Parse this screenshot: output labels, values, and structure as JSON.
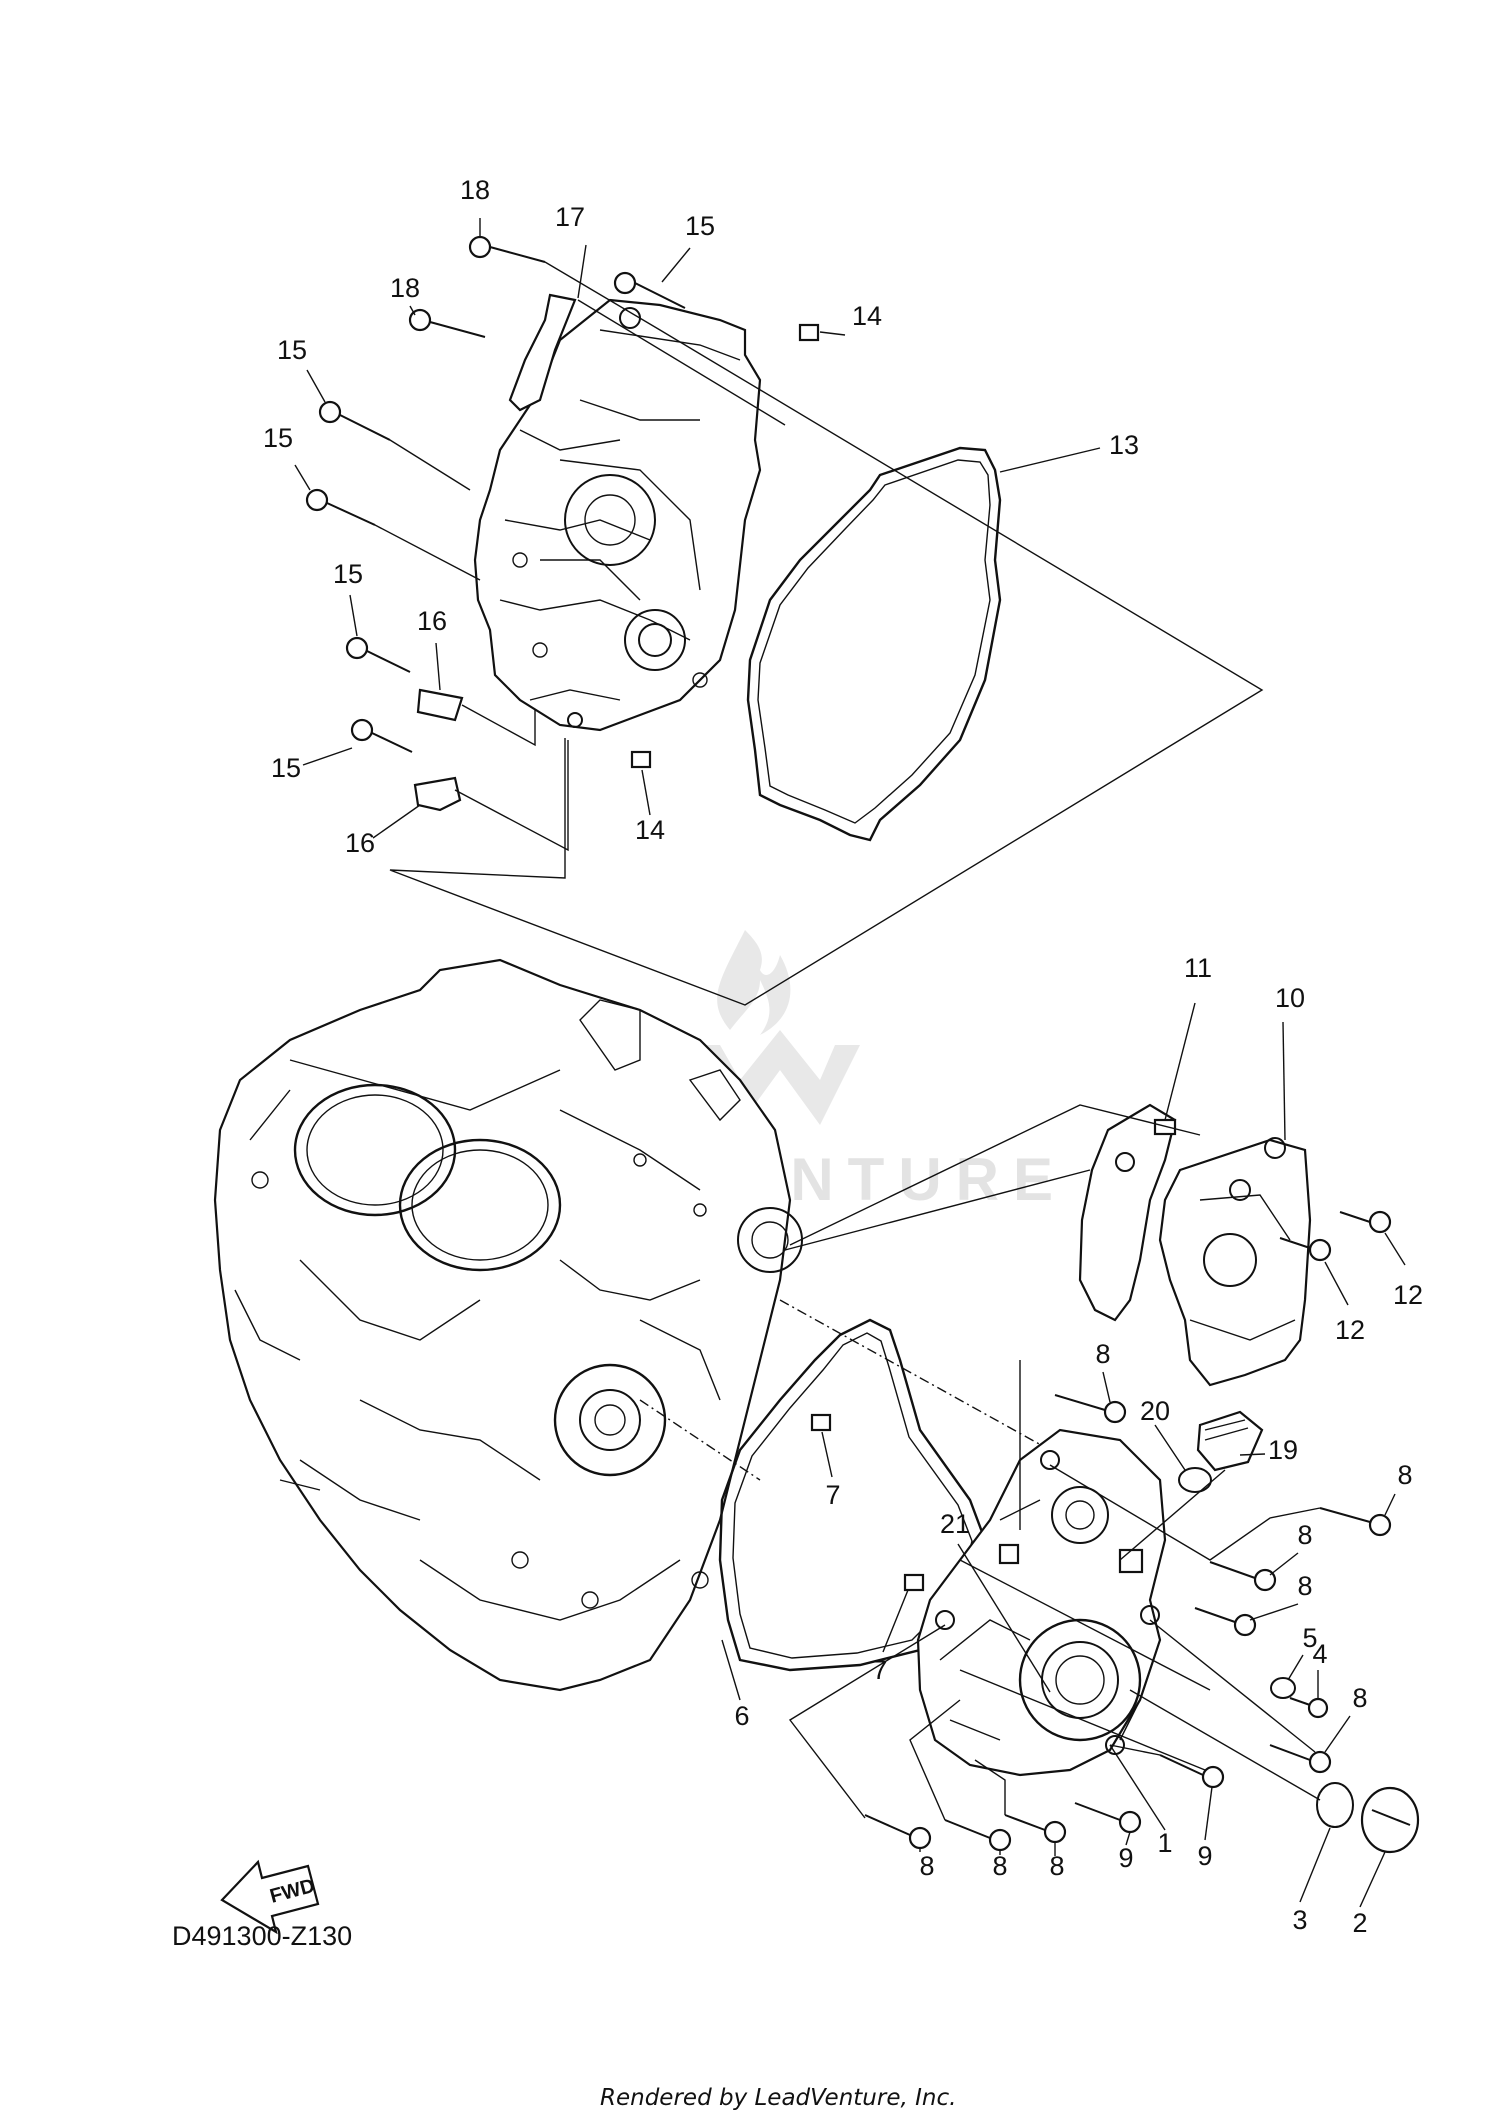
{
  "diagram": {
    "code": "D491300-Z130",
    "footer": "Rendered by LeadVenture, Inc.",
    "watermark": "LEADVENTURE",
    "fwd_label": "FWD",
    "callouts": [
      {
        "id": "c18a",
        "label": "18"
      },
      {
        "id": "c17",
        "label": "17"
      },
      {
        "id": "c15a",
        "label": "15"
      },
      {
        "id": "c18b",
        "label": "18"
      },
      {
        "id": "c14a",
        "label": "14"
      },
      {
        "id": "c15b",
        "label": "15"
      },
      {
        "id": "c15c",
        "label": "15"
      },
      {
        "id": "c13",
        "label": "13"
      },
      {
        "id": "c15d",
        "label": "15"
      },
      {
        "id": "c16a",
        "label": "16"
      },
      {
        "id": "c15e",
        "label": "15"
      },
      {
        "id": "c16b",
        "label": "16"
      },
      {
        "id": "c14b",
        "label": "14"
      },
      {
        "id": "c11",
        "label": "11"
      },
      {
        "id": "c10",
        "label": "10"
      },
      {
        "id": "c12a",
        "label": "12"
      },
      {
        "id": "c12b",
        "label": "12"
      },
      {
        "id": "c8a",
        "label": "8"
      },
      {
        "id": "c20",
        "label": "20"
      },
      {
        "id": "c19",
        "label": "19"
      },
      {
        "id": "c8b",
        "label": "8"
      },
      {
        "id": "c7a",
        "label": "7"
      },
      {
        "id": "c21",
        "label": "21"
      },
      {
        "id": "c8c",
        "label": "8"
      },
      {
        "id": "c8d",
        "label": "8"
      },
      {
        "id": "c5",
        "label": "5"
      },
      {
        "id": "c4",
        "label": "4"
      },
      {
        "id": "c7b",
        "label": "7"
      },
      {
        "id": "c8e",
        "label": "8"
      },
      {
        "id": "c6",
        "label": "6"
      },
      {
        "id": "c1",
        "label": "1"
      },
      {
        "id": "c9a",
        "label": "9"
      },
      {
        "id": "c8f",
        "label": "8"
      },
      {
        "id": "c8g",
        "label": "8"
      },
      {
        "id": "c8h",
        "label": "8"
      },
      {
        "id": "c9b",
        "label": "9"
      },
      {
        "id": "c3",
        "label": "3"
      },
      {
        "id": "c2",
        "label": "2"
      }
    ]
  }
}
